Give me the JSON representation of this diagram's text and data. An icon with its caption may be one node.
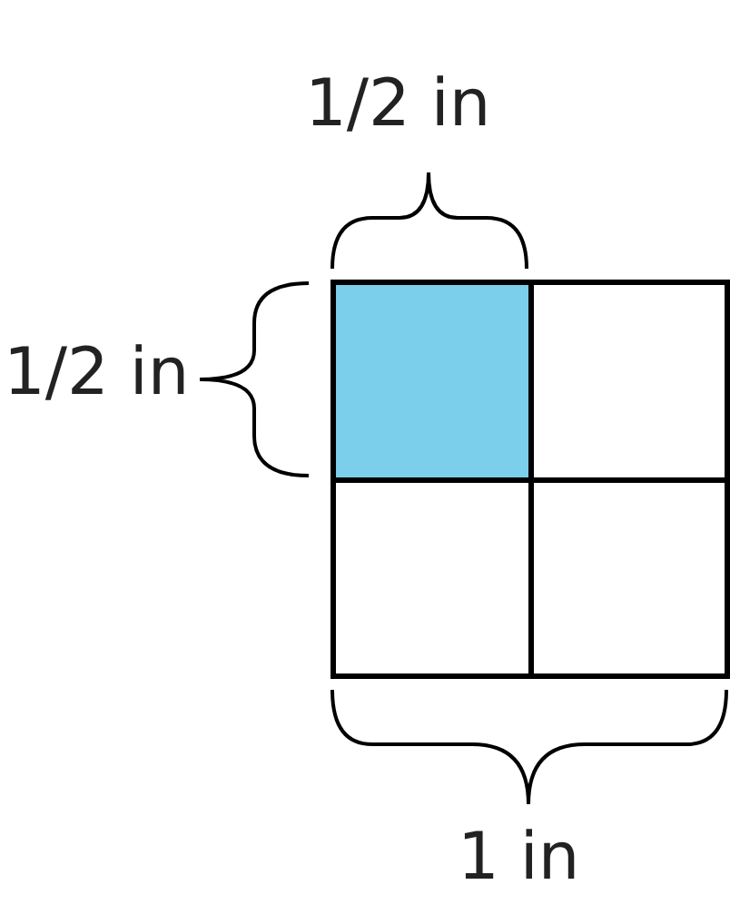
{
  "diagram": {
    "nodes": [
      {
        "text": [],
        "shape": "box"
      },
      {
        "text": [],
        "shape": "box"
      },
      {
        "text": [],
        "shape": "box"
      },
      {
        "text": [],
        "shape": "box"
      }
    ],
    "labels": [
      "1/2 in",
      "1/2 in",
      "1 in"
    ]
  }
}
